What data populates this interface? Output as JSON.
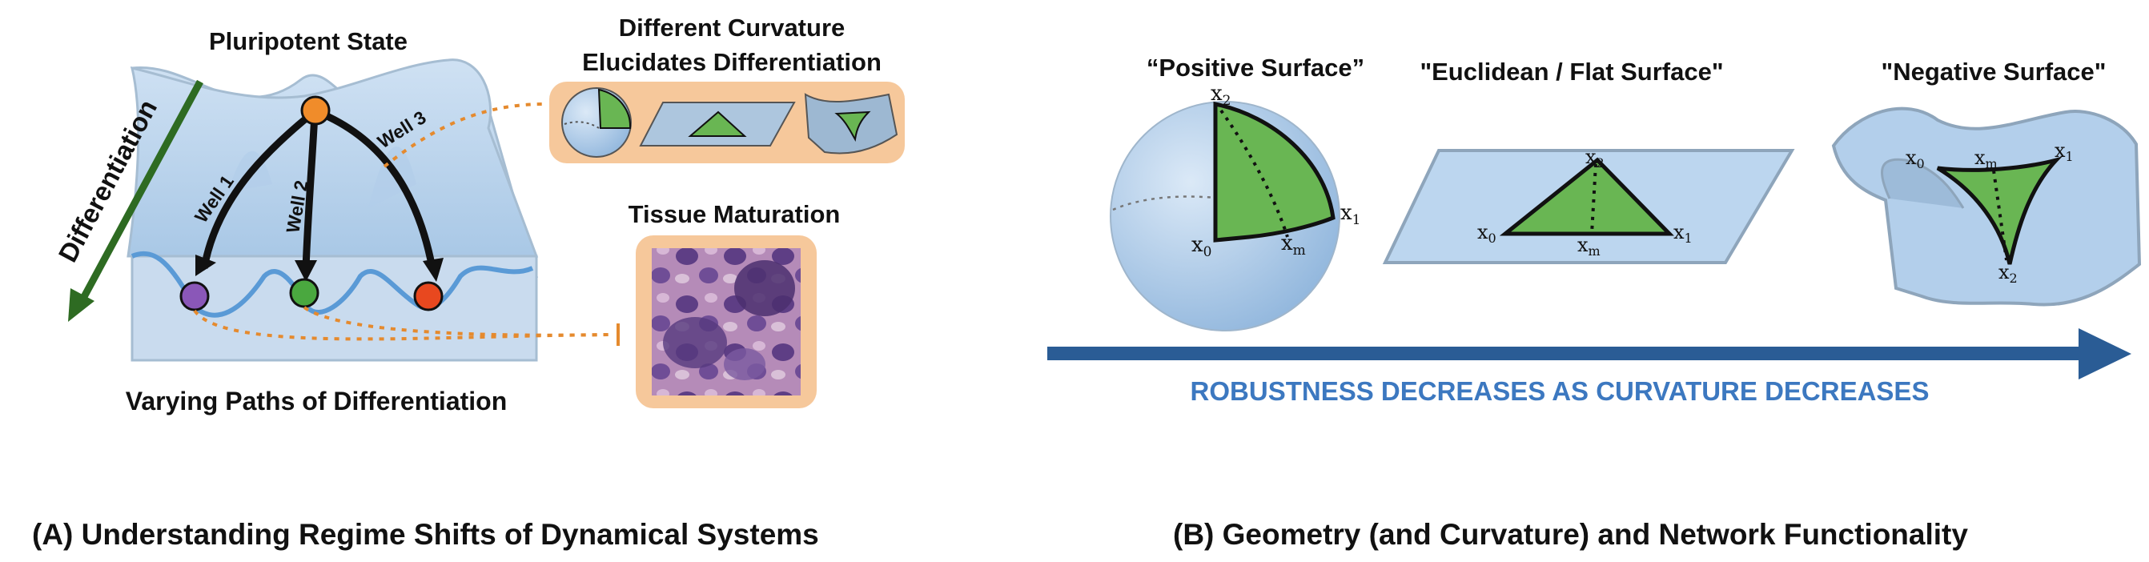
{
  "panel_a": {
    "pluripotent": "Pluripotent State",
    "differentiation": "Differentiation",
    "wells": [
      "Well 1",
      "Well 2",
      "Well 3"
    ],
    "varying_paths": "Varying Paths of Differentiation",
    "curvature_title_1": "Different Curvature",
    "curvature_title_2": "Elucidates Differentiation",
    "tissue": "Tissue Maturation",
    "caption": "(A) Understanding Regime Shifts of Dynamical Systems"
  },
  "panel_b": {
    "positive": "“Positive Surface”",
    "flat": "\"Euclidean / Flat Surface\"",
    "negative": "\"Negative Surface\"",
    "arrow_text": "ROBUSTNESS DECREASES AS CURVATURE DECREASES",
    "caption": "(B) Geometry (and Curvature) and Network Functionality",
    "points": {
      "x0": "x",
      "x0_sub": "0",
      "x1": "x",
      "x1_sub": "1",
      "x2": "x",
      "x2_sub": "2",
      "xm": "x",
      "xm_sub": "m"
    }
  },
  "colors": {
    "surface_fill": "#bcd6ef",
    "surface_stroke": "#9fb6cc",
    "triangle_green": "#69b653",
    "dark_green_arrow": "#2e6b22",
    "orange_dot": "#f08c2a",
    "purple_dot": "#8a57b8",
    "green_dot": "#4aa83f",
    "red_dot": "#e8481f",
    "orange_panel": "#f6c89b",
    "blue_arrow": "#2a5c95",
    "blue_text": "#3c78c0"
  }
}
